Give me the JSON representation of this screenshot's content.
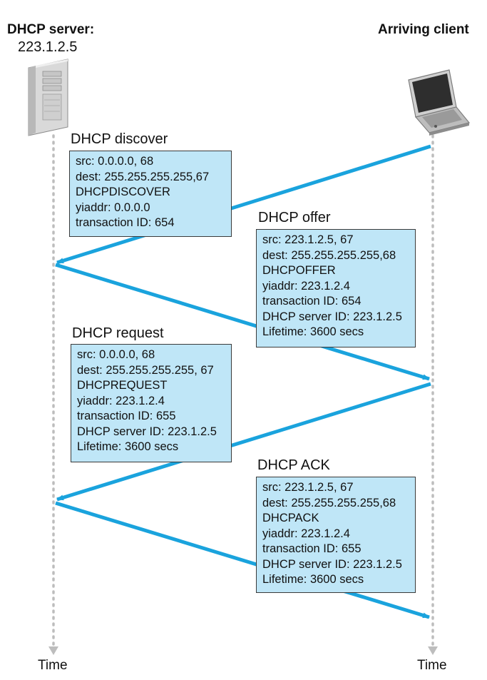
{
  "server": {
    "label": "DHCP server:",
    "ip": "223.1.2.5"
  },
  "client": {
    "label": "Arriving client"
  },
  "time_label": "Time",
  "messages": [
    {
      "title": "DHCP discover",
      "lines": [
        "src: 0.0.0.0, 68",
        "dest: 255.255.255.255,67",
        "DHCPDISCOVER",
        "yiaddr: 0.0.0.0",
        "transaction ID: 654"
      ]
    },
    {
      "title": "DHCP offer",
      "lines": [
        "src: 223.1.2.5, 67",
        "dest: 255.255.255.255,68",
        "DHCPOFFER",
        "yiaddr: 223.1.2.4",
        "transaction ID: 654",
        "DHCP server ID: 223.1.2.5",
        "Lifetime: 3600 secs"
      ]
    },
    {
      "title": "DHCP request",
      "lines": [
        "src: 0.0.0.0, 68",
        "dest: 255.255.255.255, 67",
        "DHCPREQUEST",
        "yiaddr: 223.1.2.4",
        "transaction ID: 655",
        "DHCP server ID: 223.1.2.5",
        "Lifetime: 3600 secs"
      ]
    },
    {
      "title": "DHCP ACK",
      "lines": [
        "src: 223.1.2.5, 67",
        "dest: 255.255.255.255,68",
        "DHCPACK",
        "yiaddr: 223.1.2.4",
        "transaction ID: 655",
        "DHCP server ID: 223.1.2.5",
        "Lifetime: 3600 secs"
      ]
    }
  ],
  "colors": {
    "arrow": "#1aa3dd",
    "box_fill": "#bfe6f7",
    "timeline": "#bdbdbd"
  }
}
